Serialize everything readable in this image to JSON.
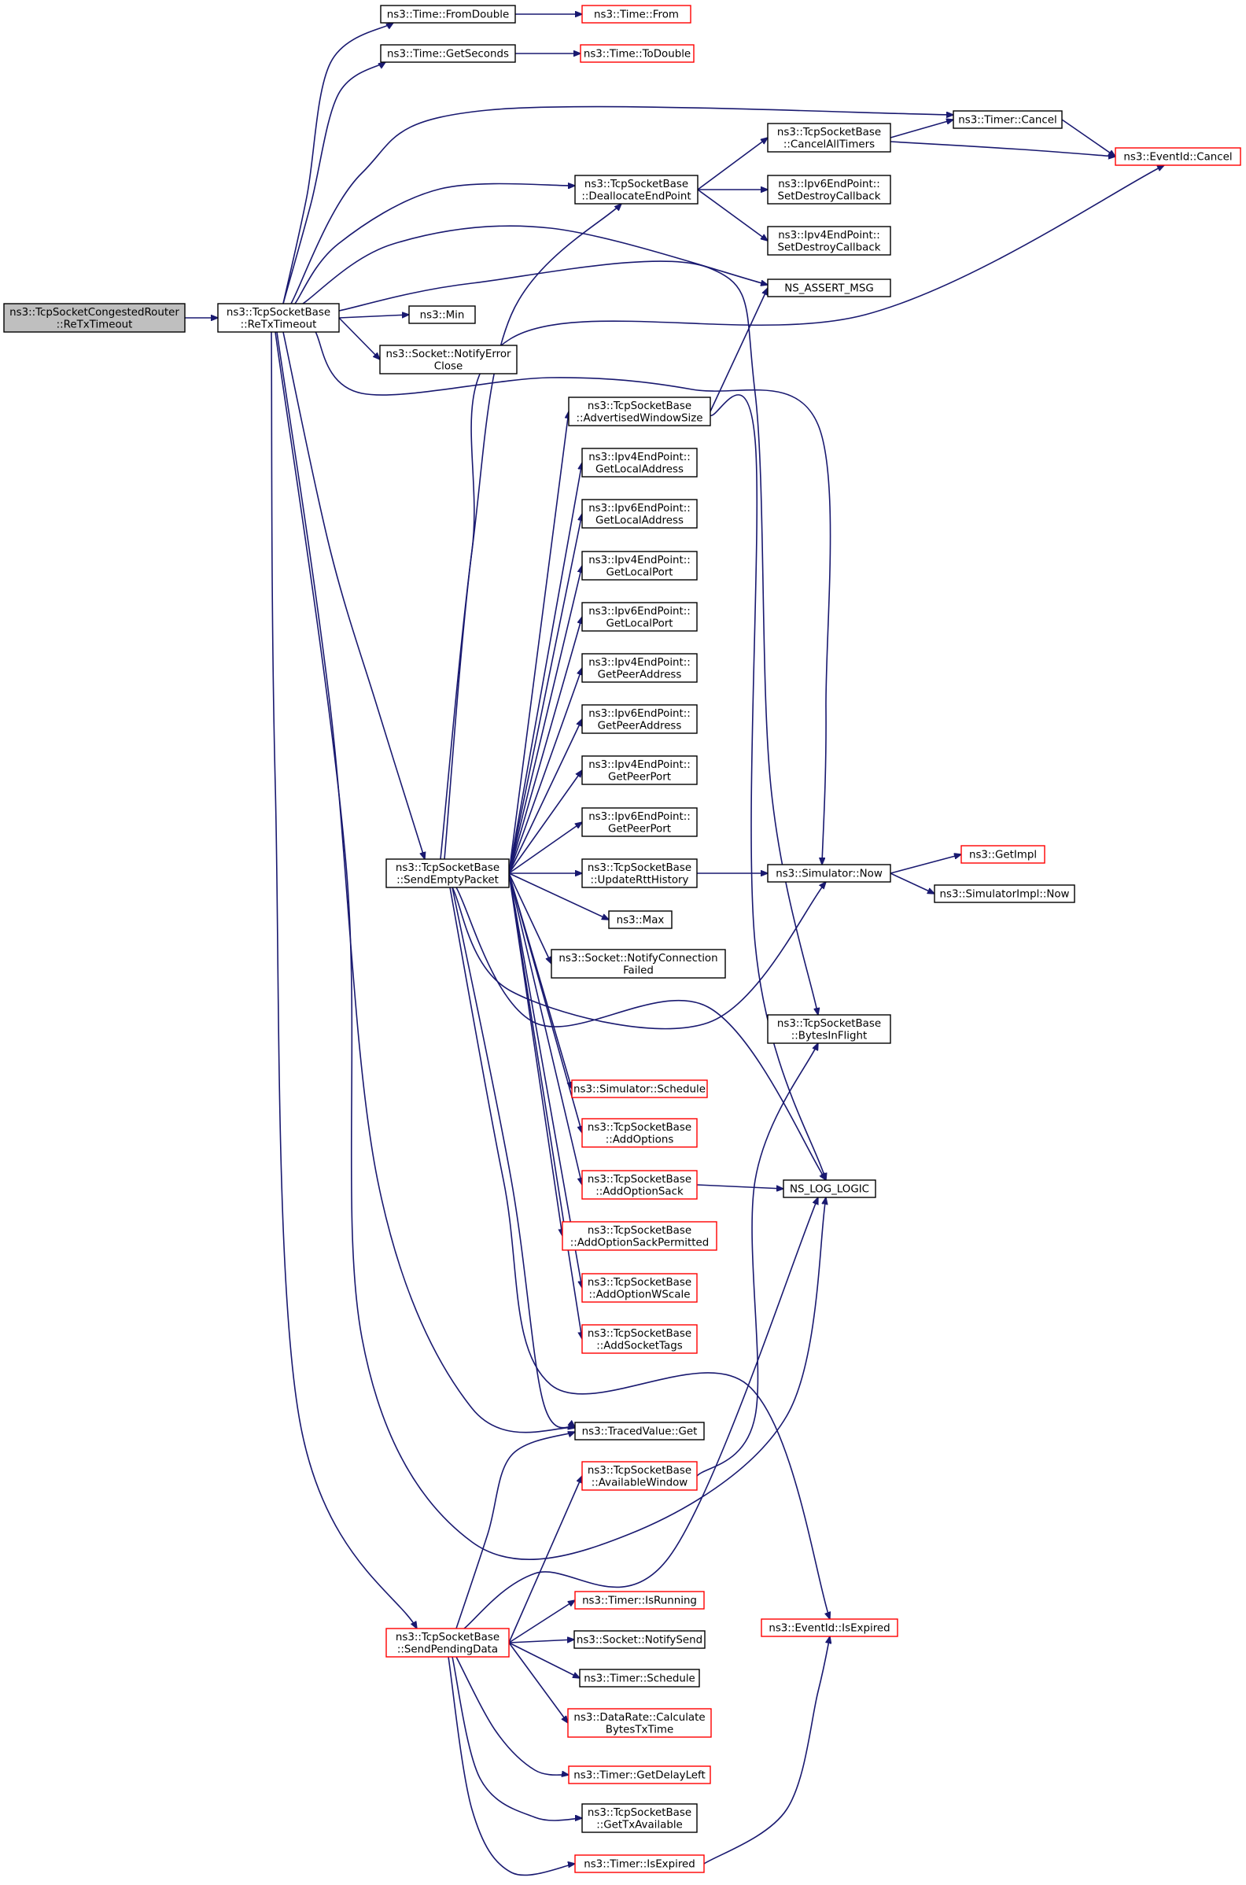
{
  "colors": {
    "edge": "#191970",
    "border_black": "#000000",
    "border_red": "#ff0000",
    "focus_fill": "#bfbfbf",
    "background": "#ffffff"
  },
  "nodes": [
    {
      "id": "congested",
      "lines": [
        "ns3::TcpSocketCongestedRouter",
        "::ReTxTimeout"
      ],
      "border": "black",
      "fill": "grey"
    },
    {
      "id": "retx",
      "lines": [
        "ns3::TcpSocketBase",
        "::ReTxTimeout"
      ],
      "border": "black"
    },
    {
      "id": "fromdouble",
      "lines": [
        "ns3::Time::FromDouble"
      ],
      "border": "black"
    },
    {
      "id": "from",
      "lines": [
        "ns3::Time::From"
      ],
      "border": "red"
    },
    {
      "id": "getseconds",
      "lines": [
        "ns3::Time::GetSeconds"
      ],
      "border": "black"
    },
    {
      "id": "todouble",
      "lines": [
        "ns3::Time::ToDouble"
      ],
      "border": "red"
    },
    {
      "id": "timercancel",
      "lines": [
        "ns3::Timer::Cancel"
      ],
      "border": "black"
    },
    {
      "id": "eventcancel",
      "lines": [
        "ns3::EventId::Cancel"
      ],
      "border": "red"
    },
    {
      "id": "cancelall",
      "lines": [
        "ns3::TcpSocketBase",
        "::CancelAllTimers"
      ],
      "border": "black"
    },
    {
      "id": "dealloc",
      "lines": [
        "ns3::TcpSocketBase",
        "::DeallocateEndPoint"
      ],
      "border": "black"
    },
    {
      "id": "ipv6destroy",
      "lines": [
        "ns3::Ipv6EndPoint::",
        "SetDestroyCallback"
      ],
      "border": "black"
    },
    {
      "id": "ipv4destroy",
      "lines": [
        "ns3::Ipv4EndPoint::",
        "SetDestroyCallback"
      ],
      "border": "black"
    },
    {
      "id": "assert",
      "lines": [
        "NS_ASSERT_MSG"
      ],
      "border": "black"
    },
    {
      "id": "min",
      "lines": [
        "ns3::Min"
      ],
      "border": "black"
    },
    {
      "id": "notifyerror",
      "lines": [
        "ns3::Socket::NotifyError",
        "Close"
      ],
      "border": "black"
    },
    {
      "id": "advwin",
      "lines": [
        "ns3::TcpSocketBase",
        "::AdvertisedWindowSize"
      ],
      "border": "black"
    },
    {
      "id": "v4localaddr",
      "lines": [
        "ns3::Ipv4EndPoint::",
        "GetLocalAddress"
      ],
      "border": "black"
    },
    {
      "id": "v6localaddr",
      "lines": [
        "ns3::Ipv6EndPoint::",
        "GetLocalAddress"
      ],
      "border": "black"
    },
    {
      "id": "v4localport",
      "lines": [
        "ns3::Ipv4EndPoint::",
        "GetLocalPort"
      ],
      "border": "black"
    },
    {
      "id": "v6localport",
      "lines": [
        "ns3::Ipv6EndPoint::",
        "GetLocalPort"
      ],
      "border": "black"
    },
    {
      "id": "v4peeraddr",
      "lines": [
        "ns3::Ipv4EndPoint::",
        "GetPeerAddress"
      ],
      "border": "black"
    },
    {
      "id": "v6peeraddr",
      "lines": [
        "ns3::Ipv6EndPoint::",
        "GetPeerAddress"
      ],
      "border": "black"
    },
    {
      "id": "v4peerport",
      "lines": [
        "ns3::Ipv4EndPoint::",
        "GetPeerPort"
      ],
      "border": "black"
    },
    {
      "id": "v6peerport",
      "lines": [
        "ns3::Ipv6EndPoint::",
        "GetPeerPort"
      ],
      "border": "black"
    },
    {
      "id": "sendempty",
      "lines": [
        "ns3::TcpSocketBase",
        "::SendEmptyPacket"
      ],
      "border": "black"
    },
    {
      "id": "updatertt",
      "lines": [
        "ns3::TcpSocketBase",
        "::UpdateRttHistory"
      ],
      "border": "black"
    },
    {
      "id": "simnow",
      "lines": [
        "ns3::Simulator::Now"
      ],
      "border": "black"
    },
    {
      "id": "getimpl",
      "lines": [
        "ns3::GetImpl"
      ],
      "border": "red"
    },
    {
      "id": "simimplnow",
      "lines": [
        "ns3::SimulatorImpl::Now"
      ],
      "border": "black"
    },
    {
      "id": "max",
      "lines": [
        "ns3::Max"
      ],
      "border": "black"
    },
    {
      "id": "notifyconnfailed",
      "lines": [
        "ns3::Socket::NotifyConnection",
        "Failed"
      ],
      "border": "black"
    },
    {
      "id": "bytesinflight",
      "lines": [
        "ns3::TcpSocketBase",
        "::BytesInFlight"
      ],
      "border": "black"
    },
    {
      "id": "simschedule",
      "lines": [
        "ns3::Simulator::Schedule"
      ],
      "border": "red"
    },
    {
      "id": "addoptions",
      "lines": [
        "ns3::TcpSocketBase",
        "::AddOptions"
      ],
      "border": "red"
    },
    {
      "id": "addoptionsack",
      "lines": [
        "ns3::TcpSocketBase",
        "::AddOptionSack"
      ],
      "border": "red"
    },
    {
      "id": "nslog",
      "lines": [
        "NS_LOG_LOGIC"
      ],
      "border": "black"
    },
    {
      "id": "addsackperm",
      "lines": [
        "ns3::TcpSocketBase",
        "::AddOptionSackPermitted"
      ],
      "border": "red"
    },
    {
      "id": "addwscale",
      "lines": [
        "ns3::TcpSocketBase",
        "::AddOptionWScale"
      ],
      "border": "red"
    },
    {
      "id": "addsockettags",
      "lines": [
        "ns3::TcpSocketBase",
        "::AddSocketTags"
      ],
      "border": "red"
    },
    {
      "id": "tracedget",
      "lines": [
        "ns3::TracedValue::Get"
      ],
      "border": "black"
    },
    {
      "id": "availwin",
      "lines": [
        "ns3::TcpSocketBase",
        "::AvailableWindow"
      ],
      "border": "red"
    },
    {
      "id": "sendpending",
      "lines": [
        "ns3::TcpSocketBase",
        "::SendPendingData"
      ],
      "border": "red"
    },
    {
      "id": "timerisrunning",
      "lines": [
        "ns3::Timer::IsRunning"
      ],
      "border": "red"
    },
    {
      "id": "eventisexpired",
      "lines": [
        "ns3::EventId::IsExpired"
      ],
      "border": "red"
    },
    {
      "id": "notifysend",
      "lines": [
        "ns3::Socket::NotifySend"
      ],
      "border": "black"
    },
    {
      "id": "timerschedule",
      "lines": [
        "ns3::Timer::Schedule"
      ],
      "border": "black"
    },
    {
      "id": "datarate",
      "lines": [
        "ns3::DataRate::Calculate",
        "BytesTxTime"
      ],
      "border": "red"
    },
    {
      "id": "getdelayleft",
      "lines": [
        "ns3::Timer::GetDelayLeft"
      ],
      "border": "red"
    },
    {
      "id": "gettxavail",
      "lines": [
        "ns3::TcpSocketBase",
        "::GetTxAvailable"
      ],
      "border": "black"
    },
    {
      "id": "timerisexpired",
      "lines": [
        "ns3::Timer::IsExpired"
      ],
      "border": "red"
    }
  ],
  "edges": [
    {
      "from": "congested",
      "to": "retx"
    },
    {
      "from": "retx",
      "to": "fromdouble"
    },
    {
      "from": "retx",
      "to": "getseconds"
    },
    {
      "from": "retx",
      "to": "timercancel"
    },
    {
      "from": "retx",
      "to": "dealloc"
    },
    {
      "from": "retx",
      "to": "assert"
    },
    {
      "from": "retx",
      "to": "min"
    },
    {
      "from": "retx",
      "to": "notifyerror"
    },
    {
      "from": "retx",
      "to": "simnow"
    },
    {
      "from": "retx",
      "to": "bytesinflight"
    },
    {
      "from": "retx",
      "to": "sendempty"
    },
    {
      "from": "retx",
      "to": "tracedget"
    },
    {
      "from": "retx",
      "to": "nslog"
    },
    {
      "from": "retx",
      "to": "sendpending"
    },
    {
      "from": "fromdouble",
      "to": "from"
    },
    {
      "from": "getseconds",
      "to": "todouble"
    },
    {
      "from": "timercancel",
      "to": "eventcancel"
    },
    {
      "from": "cancelall",
      "to": "timercancel"
    },
    {
      "from": "cancelall",
      "to": "eventcancel"
    },
    {
      "from": "dealloc",
      "to": "cancelall"
    },
    {
      "from": "dealloc",
      "to": "ipv6destroy"
    },
    {
      "from": "dealloc",
      "to": "ipv4destroy"
    },
    {
      "from": "sendempty",
      "to": "dealloc"
    },
    {
      "from": "sendempty",
      "to": "eventcancel"
    },
    {
      "from": "sendempty",
      "to": "advwin"
    },
    {
      "from": "sendempty",
      "to": "v4localaddr"
    },
    {
      "from": "sendempty",
      "to": "v6localaddr"
    },
    {
      "from": "sendempty",
      "to": "v4localport"
    },
    {
      "from": "sendempty",
      "to": "v6localport"
    },
    {
      "from": "sendempty",
      "to": "v4peeraddr"
    },
    {
      "from": "sendempty",
      "to": "v6peeraddr"
    },
    {
      "from": "sendempty",
      "to": "v4peerport"
    },
    {
      "from": "sendempty",
      "to": "v6peerport"
    },
    {
      "from": "sendempty",
      "to": "updatertt"
    },
    {
      "from": "sendempty",
      "to": "max"
    },
    {
      "from": "sendempty",
      "to": "notifyconnfailed"
    },
    {
      "from": "sendempty",
      "to": "simnow"
    },
    {
      "from": "sendempty",
      "to": "nslog"
    },
    {
      "from": "sendempty",
      "to": "simschedule"
    },
    {
      "from": "sendempty",
      "to": "addoptions"
    },
    {
      "from": "sendempty",
      "to": "addoptionsack"
    },
    {
      "from": "sendempty",
      "to": "addsackperm"
    },
    {
      "from": "sendempty",
      "to": "addwscale"
    },
    {
      "from": "sendempty",
      "to": "addsockettags"
    },
    {
      "from": "sendempty",
      "to": "tracedget"
    },
    {
      "from": "sendempty",
      "to": "eventisexpired"
    },
    {
      "from": "advwin",
      "to": "assert"
    },
    {
      "from": "advwin",
      "to": "nslog"
    },
    {
      "from": "updatertt",
      "to": "simnow"
    },
    {
      "from": "simnow",
      "to": "getimpl"
    },
    {
      "from": "simnow",
      "to": "simimplnow"
    },
    {
      "from": "addoptionsack",
      "to": "nslog"
    },
    {
      "from": "availwin",
      "to": "bytesinflight"
    },
    {
      "from": "sendpending",
      "to": "tracedget"
    },
    {
      "from": "sendpending",
      "to": "availwin"
    },
    {
      "from": "sendpending",
      "to": "nslog"
    },
    {
      "from": "sendpending",
      "to": "timerisrunning"
    },
    {
      "from": "sendpending",
      "to": "notifysend"
    },
    {
      "from": "sendpending",
      "to": "timerschedule"
    },
    {
      "from": "sendpending",
      "to": "datarate"
    },
    {
      "from": "sendpending",
      "to": "getdelayleft"
    },
    {
      "from": "sendpending",
      "to": "gettxavail"
    },
    {
      "from": "sendpending",
      "to": "timerisexpired"
    },
    {
      "from": "timerisexpired",
      "to": "eventisexpired"
    }
  ]
}
